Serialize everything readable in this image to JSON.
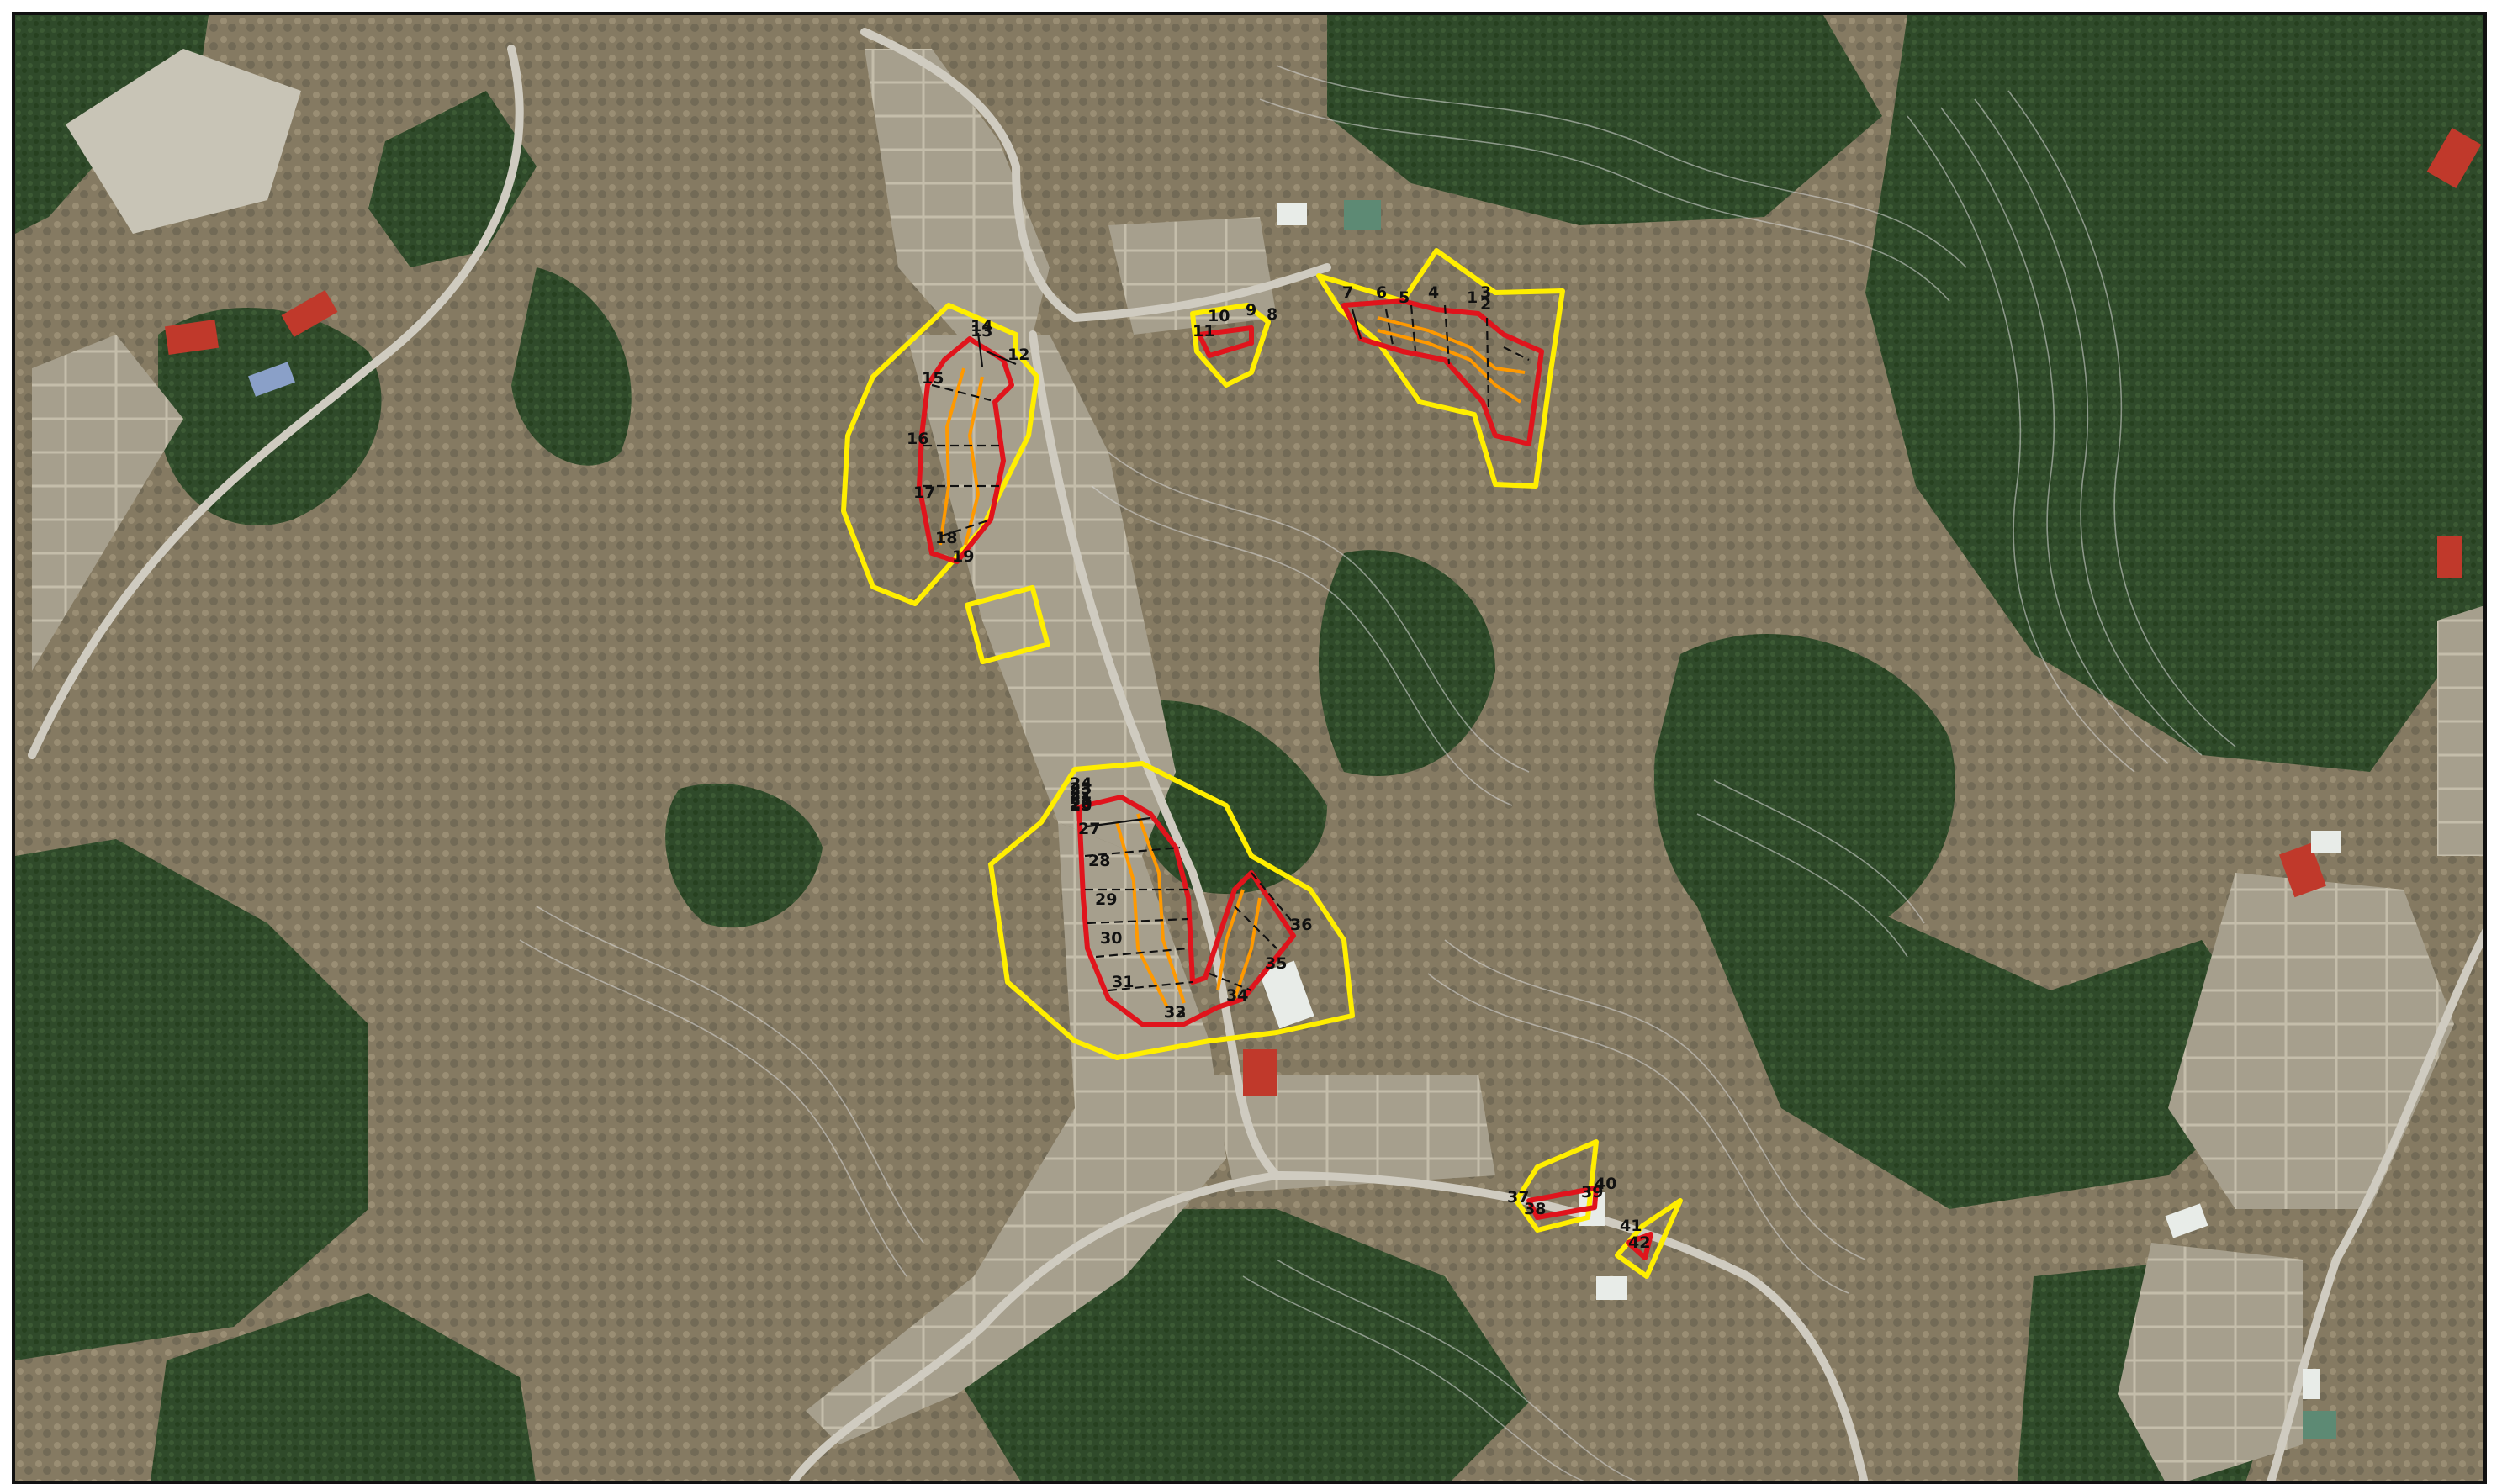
{
  "colors": {
    "terrain_base": "#8a7f68",
    "terrain_dark": "#6e6552",
    "terrain_light": "#b1a68c",
    "forest": "#2f4a2a",
    "forest_light": "#45613a",
    "paddy": "#a69f8d",
    "road": "#cfcbc0",
    "contour": "#d8d8d8",
    "building_roof_red": "#c0392b",
    "building_roof_white": "#e8ece8",
    "hazard_zone_yellow": "#ffee00",
    "slope_outline_red": "#e0141c",
    "inner_line_orange": "#ff9900",
    "section_line_black": "#111111"
  },
  "map": {
    "section_labels": [
      "1",
      "2",
      "3",
      "4",
      "5",
      "6",
      "7",
      "8",
      "9",
      "10",
      "11",
      "12",
      "13",
      "14",
      "15",
      "16",
      "17",
      "18",
      "19",
      "20",
      "21",
      "22",
      "23",
      "24",
      "25",
      "26",
      "27",
      "28",
      "29",
      "30",
      "31",
      "32",
      "33",
      "34",
      "35",
      "36",
      "37",
      "38",
      "39",
      "40",
      "41",
      "42"
    ]
  }
}
